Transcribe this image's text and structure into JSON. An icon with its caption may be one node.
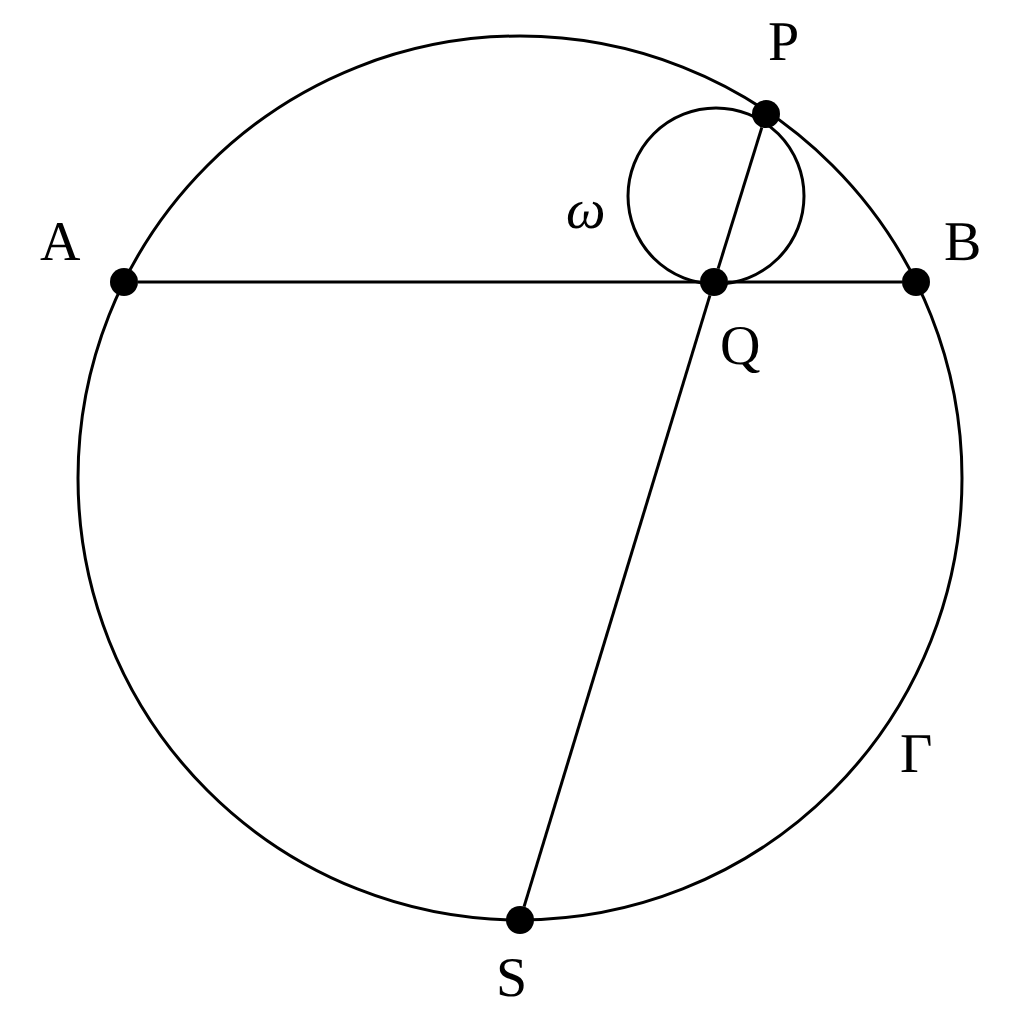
{
  "diagram": {
    "nodes": [
      {
        "text": [],
        "shape": "circle",
        "beside": [
          "A"
        ]
      },
      {
        "text": [],
        "shape": "circle",
        "beside": [
          "B"
        ]
      },
      {
        "text": [],
        "shape": "circle",
        "beside": [
          "P"
        ]
      },
      {
        "text": [],
        "shape": "circle",
        "beside": [
          "Q"
        ]
      },
      {
        "text": [],
        "shape": "circle",
        "beside": [
          "S"
        ]
      }
    ],
    "edges": [
      {
        "from": 0,
        "to": 3,
        "arrow": "none"
      },
      {
        "from": 3,
        "to": 1,
        "arrow": "none"
      },
      {
        "from": 2,
        "to": 3,
        "arrow": "none"
      },
      {
        "from": 3,
        "to": 4,
        "arrow": "none"
      }
    ],
    "labels": [
      "ω",
      "Γ"
    ]
  }
}
